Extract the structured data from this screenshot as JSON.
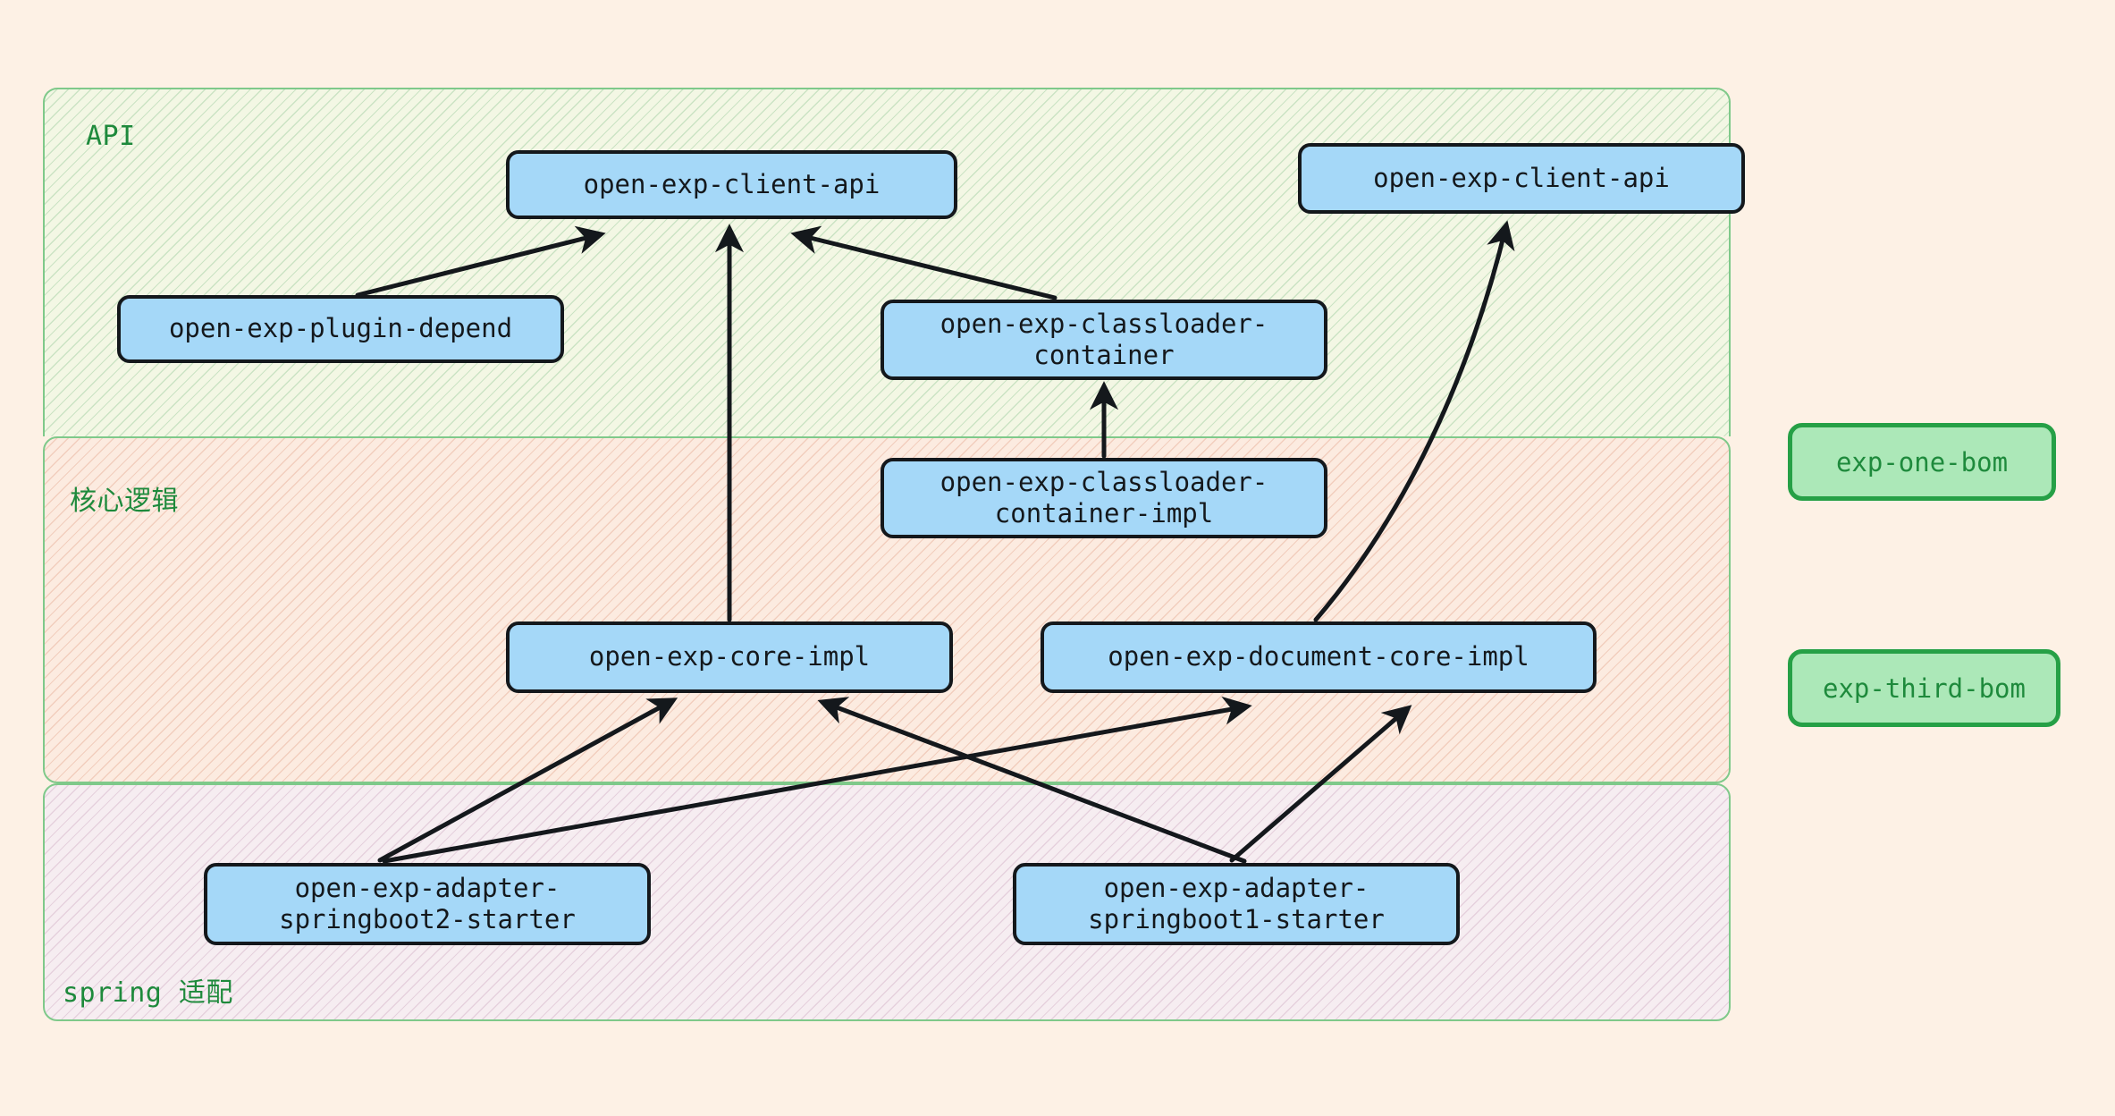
{
  "page": {
    "background_color": "#FDF1E5",
    "title": "open-exp module dependency diagram"
  },
  "palette": {
    "node_fill": "#A5D8F8",
    "node_border": "#14181C",
    "node_text": "#14181C",
    "bom_fill": "#ACE8B8",
    "bom_border": "#26A046",
    "bom_text": "#1E8A3C",
    "group_border": "#7FC98A",
    "group_label_text": "#1E8A3C",
    "api_group_fill": "#F3F7E4",
    "core_group_fill": "#FCEBE0",
    "spring_group_fill": "#F6EDF1",
    "edge_color": "#14181C"
  },
  "groups": [
    {
      "id": "api",
      "label": "API"
    },
    {
      "id": "core",
      "label": "核心逻辑"
    },
    {
      "id": "spring",
      "label": "spring 适配"
    }
  ],
  "nodes": [
    {
      "id": "api-left",
      "label": "open-exp-client-api",
      "group": "api"
    },
    {
      "id": "api-right",
      "label": "open-exp-client-api",
      "group": "api"
    },
    {
      "id": "plugin-depend",
      "label": "open-exp-plugin-depend",
      "group": "api"
    },
    {
      "id": "cl-container",
      "label": "open-exp-classloader-\ncontainer",
      "group": "api"
    },
    {
      "id": "cl-impl",
      "label": "open-exp-classloader-\ncontainer-impl",
      "group": "core"
    },
    {
      "id": "core-impl",
      "label": "open-exp-core-impl",
      "group": "core"
    },
    {
      "id": "doc-core-impl",
      "label": "open-exp-document-core-impl",
      "group": "core"
    },
    {
      "id": "sb2",
      "label": "open-exp-adapter-\nspringboot2-starter",
      "group": "spring"
    },
    {
      "id": "sb1",
      "label": "open-exp-adapter-\nspringboot1-starter",
      "group": "spring"
    }
  ],
  "bom_nodes": [
    {
      "id": "exp-one-bom",
      "label": "exp-one-bom"
    },
    {
      "id": "exp-third-bom",
      "label": "exp-third-bom"
    }
  ],
  "edges": [
    {
      "from": "plugin-depend",
      "to": "api-left",
      "style": "straight-arrow"
    },
    {
      "from": "core-impl",
      "to": "api-left",
      "style": "straight-arrow"
    },
    {
      "from": "cl-container",
      "to": "api-left",
      "style": "straight-arrow"
    },
    {
      "from": "cl-impl",
      "to": "cl-container",
      "style": "straight-arrow"
    },
    {
      "from": "doc-core-impl",
      "to": "api-right",
      "style": "curved-arrow"
    },
    {
      "from": "sb2",
      "to": "core-impl",
      "style": "straight-arrow"
    },
    {
      "from": "sb2",
      "to": "doc-core-impl",
      "style": "straight-arrow"
    },
    {
      "from": "sb1",
      "to": "core-impl",
      "style": "straight-arrow"
    },
    {
      "from": "sb1",
      "to": "doc-core-impl",
      "style": "straight-arrow"
    }
  ]
}
